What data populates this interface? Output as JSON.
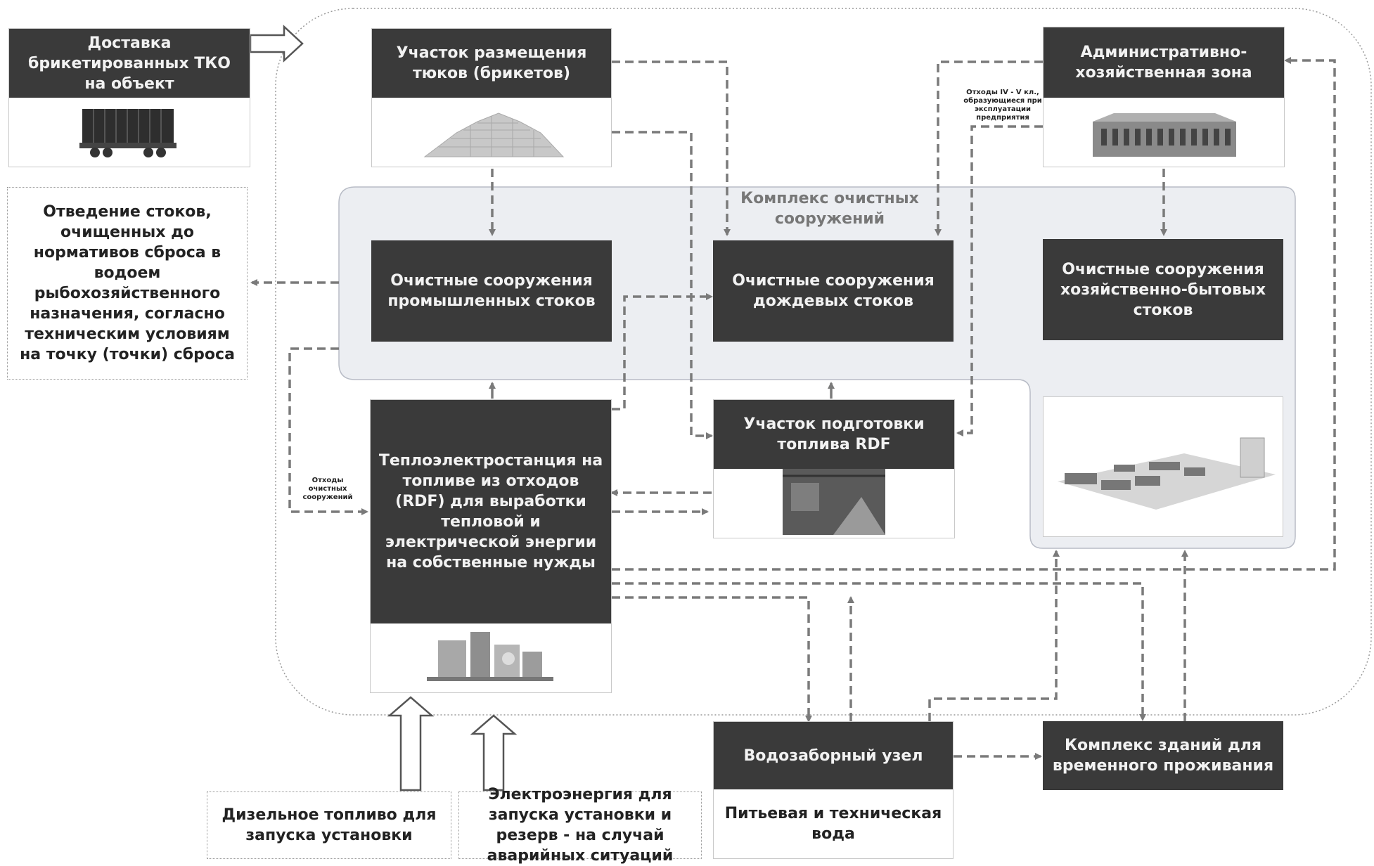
{
  "delivery": {
    "title": "Доставка брикетированных ТКО на объект"
  },
  "bales": {
    "title": "Участок размещения тюков (брикетов)"
  },
  "admin": {
    "title": "Административно-хозяйственная зона"
  },
  "discharge": {
    "text": "Отведение стоков, очищенных до нормативов сброса в водоем рыбохозяйственного назначения, согласно техническим условиям на точку (точки) сброса"
  },
  "complex": {
    "title": "Комплекс очистных сооружений"
  },
  "industrial": {
    "title": "Очистные сооружения промышленных стоков"
  },
  "rain": {
    "title": "Очистные сооружения дождевых стоков"
  },
  "domestic": {
    "title": "Очистные сооружения хозяйственно-бытовых стоков"
  },
  "tpp": {
    "title": "Теплоэлектростанция на топливе из отходов (RDF) для выработки тепловой и электрической энергии на собственные нужды"
  },
  "rdf": {
    "title": "Участок подготовки топлива RDF"
  },
  "water": {
    "title": "Водозаборный узел",
    "subtitle": "Питьевая и техническая вода"
  },
  "housing": {
    "title": "Комплекс зданий для временного проживания"
  },
  "diesel": {
    "text": "Дизельное топливо для запуска установки"
  },
  "electric": {
    "text": "Электроэнергия для запуска установки и резерв - на случай аварийных ситуаций"
  },
  "notes": {
    "waste_iv_v": "Отходы IV - V кл., образующиеся при эксплуатации предприятия",
    "treatment_waste": "Отходы очистных сооружений"
  },
  "colors": {
    "header": "#3a3a3a",
    "complex_bg": "#eceef2",
    "arrow": "#7a7a7a"
  }
}
